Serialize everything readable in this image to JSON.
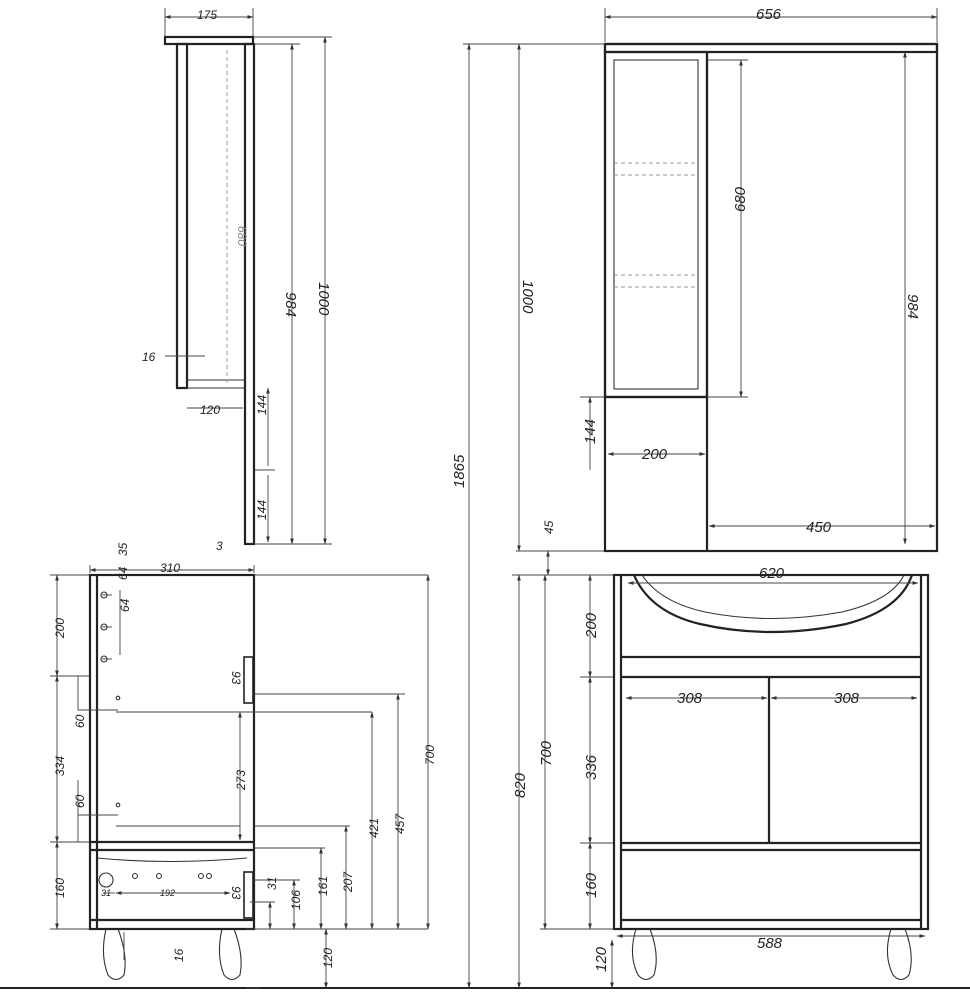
{
  "dimensions": {
    "mirror_side": {
      "depth": "175",
      "shelf_height": "680",
      "body_height": "984",
      "total_height": "1000",
      "offset": "16",
      "shelf_depth": "120",
      "step_upper": "144",
      "step_lower": "144",
      "gap": "3"
    },
    "mirror_front": {
      "width": "656",
      "shelf_height": "680",
      "body_height": "984",
      "total_height": "1000",
      "lower_section": "144",
      "column_width": "200",
      "mirror_width": "450",
      "gap_to_vanity": "45",
      "overall_height": "1865"
    },
    "vanity_side": {
      "depth": "310",
      "hole_top": "35",
      "hole_gap_1": "64",
      "hole_gap_2": "64",
      "top_zone": "200",
      "door_zone": "334",
      "drawer_zone": "160",
      "spacing_upper": "60",
      "spacing_lower": "60",
      "handle_upper": "93",
      "handle_lower": "93",
      "pipe_span": "192",
      "pipe_small": "31",
      "leg_width": "16",
      "height_273": "273",
      "height_421": "421",
      "height_457": "457",
      "height_207": "207",
      "height_161": "161",
      "height_106": "106",
      "height_31": "31",
      "total_height": "700",
      "leg_height": "120"
    },
    "vanity_front": {
      "basin_width": "620",
      "top_zone": "200",
      "door_left": "308",
      "door_right": "308",
      "door_zone": "336",
      "drawer_zone": "160",
      "body_height": "700",
      "total_height": "820",
      "leg_height": "120",
      "leg_span": "588"
    }
  }
}
